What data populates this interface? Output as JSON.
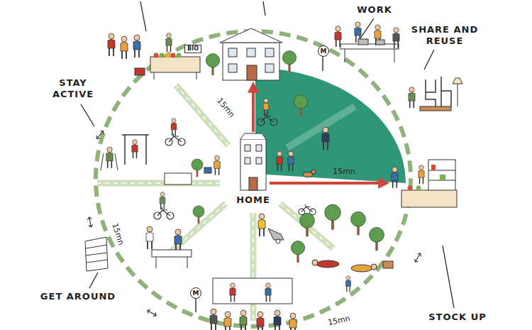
{
  "diagram": {
    "nodes": [
      {
        "text": [
          "BIO"
        ]
      },
      {
        "text": [
          "M"
        ]
      },
      {
        "text": [
          "HOME"
        ]
      },
      {
        "text": [
          "M"
        ]
      }
    ],
    "labels": [
      "WORK",
      "SHARE AND REUSE",
      "15mn",
      "STAY ACTIVE",
      "15mn",
      "15mn",
      "GET AROUND",
      "STOCK UP",
      "15mn"
    ]
  }
}
